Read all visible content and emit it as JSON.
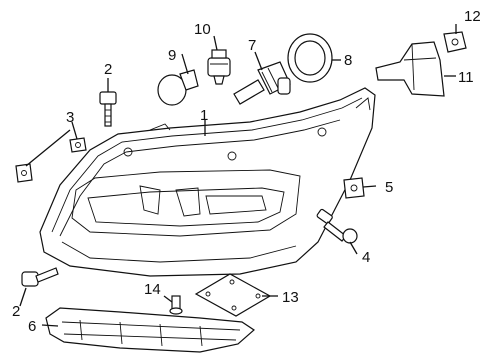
{
  "diagram": {
    "callouts": [
      {
        "id": "c1",
        "number": "1"
      },
      {
        "id": "c2a",
        "number": "2"
      },
      {
        "id": "c2b",
        "number": "2"
      },
      {
        "id": "c3",
        "number": "3"
      },
      {
        "id": "c4",
        "number": "4"
      },
      {
        "id": "c5",
        "number": "5"
      },
      {
        "id": "c6",
        "number": "6"
      },
      {
        "id": "c7",
        "number": "7"
      },
      {
        "id": "c8",
        "number": "8"
      },
      {
        "id": "c9",
        "number": "9"
      },
      {
        "id": "c10",
        "number": "10"
      },
      {
        "id": "c11",
        "number": "11"
      },
      {
        "id": "c12",
        "number": "12"
      },
      {
        "id": "c13",
        "number": "13"
      },
      {
        "id": "c14",
        "number": "14"
      }
    ]
  }
}
